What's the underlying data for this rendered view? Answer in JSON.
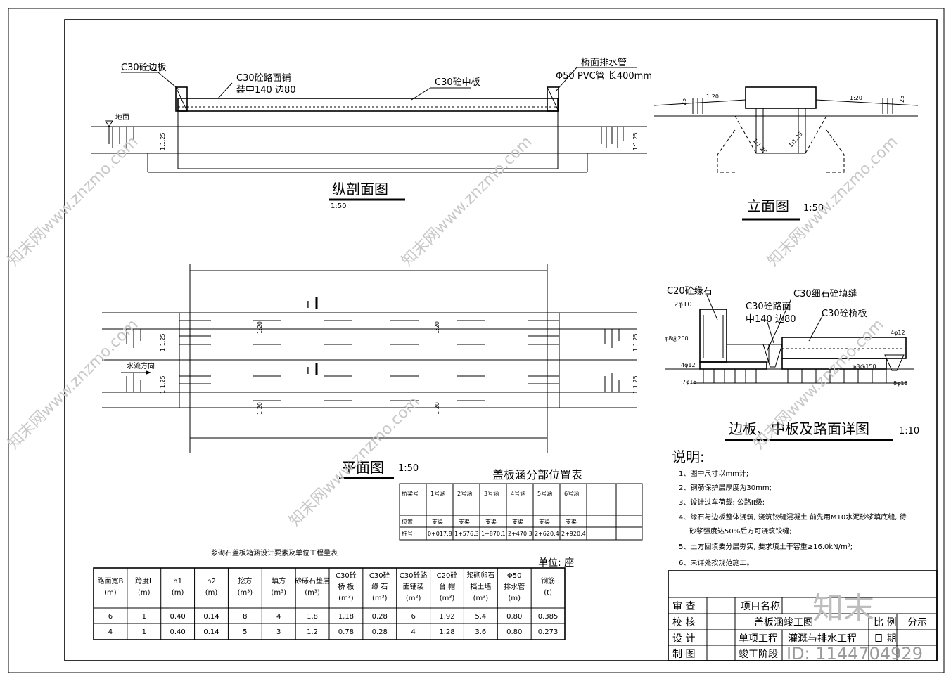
{
  "longitudinal": {
    "title": "纵剖面图",
    "scale": "1:50",
    "label_edge_slab": "C30砼边板",
    "label_deck_line1": "C30砼路面铺",
    "label_deck_line2": "装中140 边80",
    "label_mid_slab": "C30砼中板",
    "label_drain_pipe": "桥面排水管",
    "label_pvc": "Φ50 PVC管 长400mm",
    "label_ground": "地面",
    "slope_left": "1:1.25",
    "slope_right": "1:1.25"
  },
  "elevation": {
    "title": "立面图",
    "scale": "1:50",
    "slope_left": "1:20",
    "slope_right": "1:20",
    "slope_a": "1:1.25",
    "slope_b": "1:1.25",
    "num_25_left": "25",
    "num_25_right": "25"
  },
  "plan": {
    "title": "平面图",
    "scale": "1:50",
    "flow_direction": "水流方向",
    "section_mark_top": "I",
    "section_mark_bottom": "I",
    "slope_1": "1:1.25",
    "slope_2": "1:1.25",
    "slope_3": "1:1.25",
    "slope_4": "1:1.25",
    "slope_inner_1": "1:20",
    "slope_inner_2": "1:20",
    "slope_inner_3": "1:20",
    "slope_inner_4": "1:20"
  },
  "detail": {
    "title": "边板、中板及路面详图",
    "scale": "1:10",
    "label_curb": "C20砼缘石",
    "label_rebar_2phi10": "2φ10",
    "label_deck_line1": "C30砼路面",
    "label_deck_line2": "中140 边80",
    "label_fill_joint": "C30细石砼填缝",
    "label_bridge_slab": "C30砼桥板",
    "label_phi8": "φ8@200",
    "label_4phi12_left": "4φ12",
    "label_4phi12_right": "4φ12",
    "label_7phi16": "7φ16",
    "label_8phi16": "8φ16",
    "label_phi8_150": "φ8@150"
  },
  "notes": {
    "title": "说明:",
    "items": [
      "1、图中尺寸以mm计;",
      "2、钢筋保护层厚度为30mm;",
      "3、设计过车荷载: 公路II级;",
      "4、缘石与边板整体浇筑, 浇筑铰缝混凝土 前先用M10水泥砂浆填底缝, 待",
      "砂浆强度达50%后方可浇筑铰缝;",
      "5、土方回填要分层夯实, 要求填土干容重≥16.0kN/m³;",
      "6、未详处按规范施工。"
    ]
  },
  "location_table": {
    "title": "盖板涵分部位置表",
    "row_labels": [
      "桥梁号",
      "位置",
      "桩号"
    ],
    "columns": [
      {
        "name": "1号涵",
        "position": "支渠",
        "station": "0+017.8"
      },
      {
        "name": "2号涵",
        "position": "支渠",
        "station": "1+576.3"
      },
      {
        "name": "3号涵",
        "position": "支渠",
        "station": "1+870.1"
      },
      {
        "name": "4号涵",
        "position": "支渠",
        "station": "2+470.3"
      },
      {
        "name": "5号涵",
        "position": "支渠",
        "station": "2+620.4"
      },
      {
        "name": "6号涵",
        "position": "支渠",
        "station": "2+920.4"
      }
    ]
  },
  "quantity_table": {
    "title": "浆砌石盖板箱涵设计要素及单位工程量表",
    "unit": "单位: 座",
    "headers": [
      [
        "路面宽B",
        "(m)"
      ],
      [
        "跨度L",
        "(m)"
      ],
      [
        "h1",
        "(m)"
      ],
      [
        "h2",
        "(m)"
      ],
      [
        "挖方",
        "(m³)"
      ],
      [
        "填方",
        "(m³)"
      ],
      [
        "砂砾石垫层",
        "(m³)"
      ],
      [
        "C30砼",
        "桥 板",
        "(m³)"
      ],
      [
        "C30砼",
        "缘 石",
        "(m³)"
      ],
      [
        "C30砼路",
        "面铺装",
        "(m²)"
      ],
      [
        "C20砼",
        "台 帽",
        "(m³)"
      ],
      [
        "浆砌卵石",
        "挡土墙",
        "(m³)"
      ],
      [
        "Φ50",
        "排水管",
        "(m)"
      ],
      [
        "钢筋",
        "(t)"
      ]
    ],
    "rows": [
      [
        "6",
        "1",
        "0.40",
        "0.14",
        "8",
        "4",
        "1.8",
        "1.18",
        "0.28",
        "6",
        "1.92",
        "5.4",
        "0.80",
        "0.385"
      ],
      [
        "4",
        "1",
        "0.40",
        "0.14",
        "5",
        "3",
        "1.2",
        "0.78",
        "0.28",
        "4",
        "1.28",
        "3.6",
        "0.80",
        "0.273"
      ]
    ]
  },
  "title_block": {
    "review": "审 查",
    "check": "校 核",
    "design": "设 计",
    "draw": "制 图",
    "project_name_label": "项目名称",
    "drawing_name": "盖板涵竣工图",
    "sub_project_label": "单项工程",
    "sub_project_value": "灌溉与排水工程",
    "stage_label": "竣工阶段",
    "scale_label": "比 例",
    "scale_value": "分示",
    "date_label": "日 期"
  },
  "watermarks": {
    "site": "知末网www.znzmo.com",
    "brand": "知末",
    "id": "ID: 1144704929"
  }
}
